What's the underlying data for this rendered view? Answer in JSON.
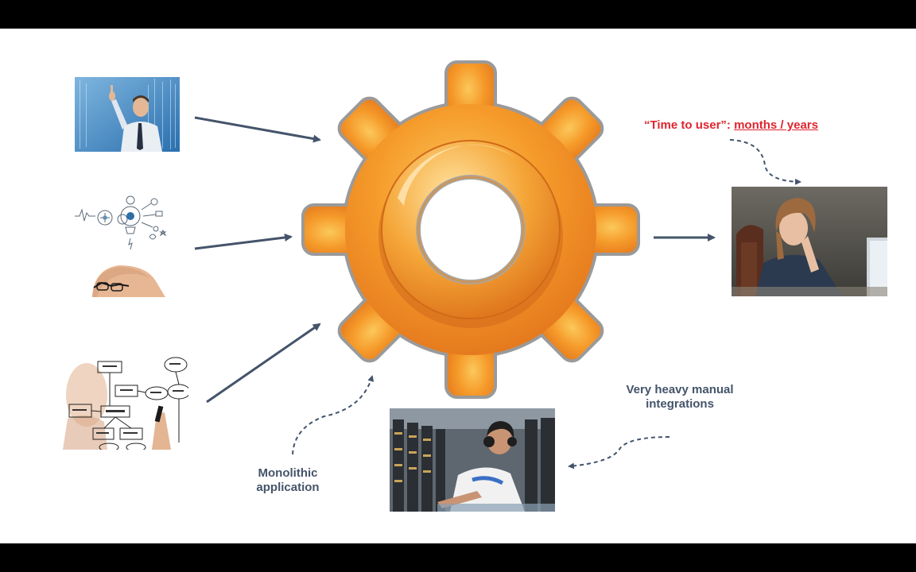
{
  "annotations": {
    "time_to_user_label": "“Time to user”: ",
    "time_to_user_value": "months / years",
    "monolithic_line1": "Monolithic",
    "monolithic_line2": "application",
    "manual_line1": "Very heavy manual",
    "manual_line2": "integrations"
  },
  "colors": {
    "arrow": "#44546a",
    "caption": "#44546a",
    "highlight": "#e0242f",
    "gear_orange": "#f08a1c",
    "gear_highlight": "#fbc85a"
  },
  "icons": {
    "central": "gear-icon"
  }
}
